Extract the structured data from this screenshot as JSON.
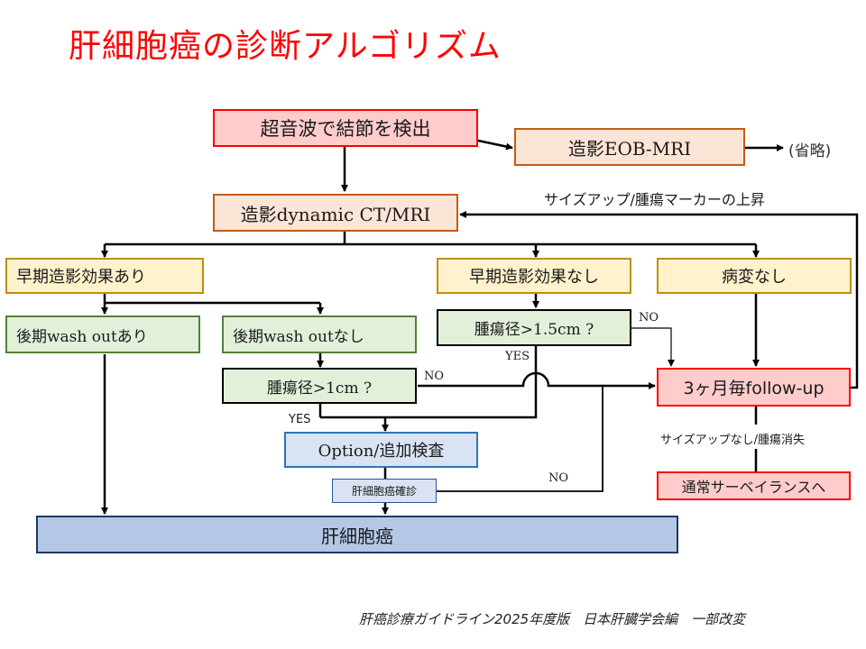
{
  "title": "肝細胞癌の診断アルゴリズム",
  "nodes": {
    "us_detect": "超音波で結節を検出",
    "eob_mri": "造影EOB-MRI",
    "omitted": "(省略)",
    "dynamic_ct": "造影dynamic CT/MRI",
    "early_yes": "早期造影効果あり",
    "early_no": "早期造影効果なし",
    "no_lesion": "病変なし",
    "washout_yes": "後期wash outあり",
    "washout_no": "後期wash outなし",
    "size_15": "腫瘍径>1.5cm ?",
    "size_1": "腫瘍径>1cm ?",
    "followup": "3ヶ月毎follow-up",
    "option": "Option/追加検査",
    "confirm": "肝細胞癌確診",
    "hcc": "肝細胞癌",
    "surveillance": "通常サーベイランスへ"
  },
  "edge_labels": {
    "size_up": "サイズアップ/腫瘍マーカーの上昇",
    "no_1": "NO",
    "yes_1": "YES",
    "no_15": "NO",
    "yes_15": "YES",
    "no_confirm": "NO",
    "no_growth": "サイズアップなし/腫瘍消失"
  },
  "footer": "肝癌診療ガイドライン2025年度版　日本肝臓学会編　一部改変"
}
